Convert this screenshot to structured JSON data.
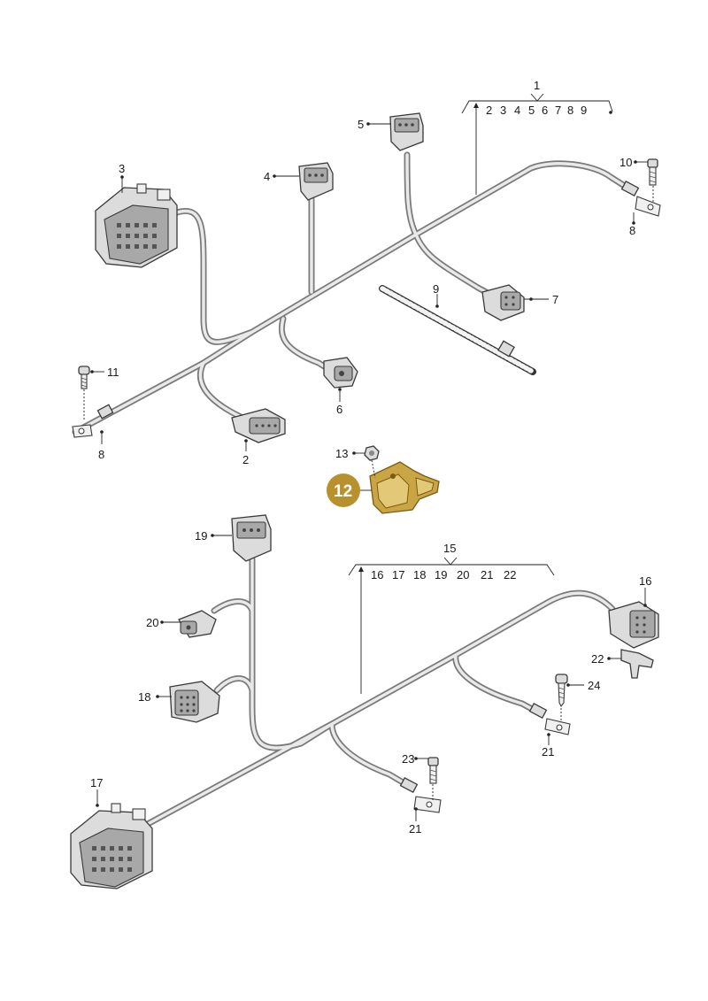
{
  "callouts": {
    "c1": "1",
    "c1_sub": [
      "2",
      "3",
      "4",
      "5",
      "6",
      "7",
      "8",
      "9"
    ],
    "c2": "2",
    "c3": "3",
    "c4": "4",
    "c5": "5",
    "c6": "6",
    "c7": "7",
    "c8a": "8",
    "c8b": "8",
    "c9": "9",
    "c10": "10",
    "c11": "11",
    "c12": "12",
    "c13": "13",
    "c15": "15",
    "c15_sub": [
      "16",
      "17",
      "18",
      "19",
      "20",
      "21",
      "22"
    ],
    "c16": "16",
    "c17": "17",
    "c18": "18",
    "c19": "19",
    "c20": "20",
    "c21a": "21",
    "c21b": "21",
    "c22": "22",
    "c23": "23",
    "c24": "24"
  },
  "colors": {
    "highlight_badge": "#b8912e",
    "highlight_part": "#c9a546",
    "wire": "#7a7a7a",
    "line": "#222222"
  }
}
